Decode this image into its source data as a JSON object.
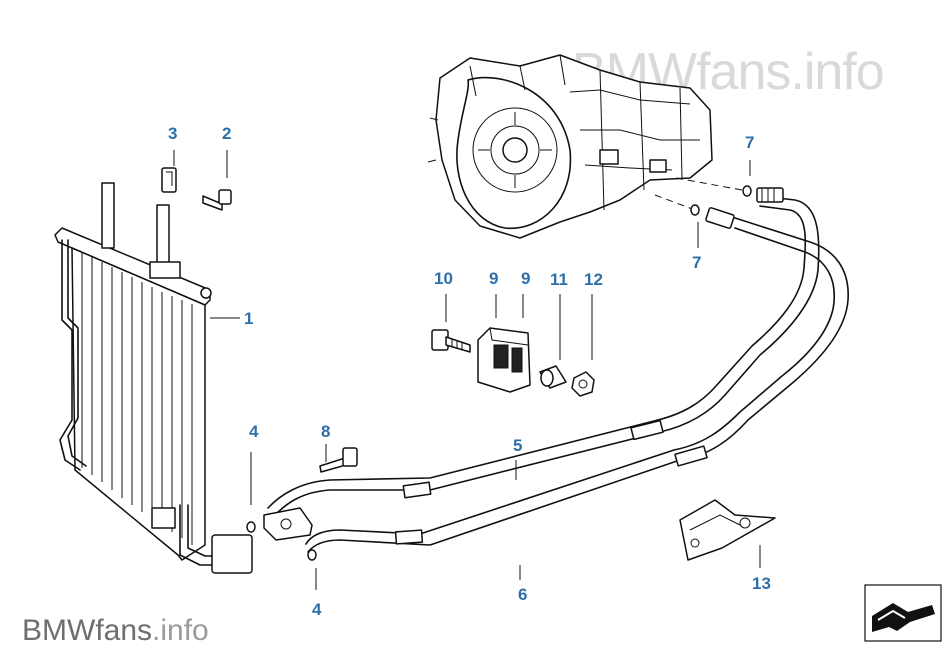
{
  "watermark": {
    "top_text": "BMWfans.info",
    "bottom_brand": "BMWfans",
    "bottom_suffix": ".info"
  },
  "callouts": {
    "c1": "1",
    "c2": "2",
    "c3": "3",
    "c4a": "4",
    "c4b": "4",
    "c5": "5",
    "c6": "6",
    "c7a": "7",
    "c7b": "7",
    "c8": "8",
    "c9a": "9",
    "c9b": "9",
    "c10": "10",
    "c11": "11",
    "c12": "12",
    "c13": "13"
  },
  "colors": {
    "callout": "#2f6fa8",
    "line": "#111111",
    "watermark_light": "#d9d9d9",
    "watermark_dark": "#6e6e6e"
  }
}
